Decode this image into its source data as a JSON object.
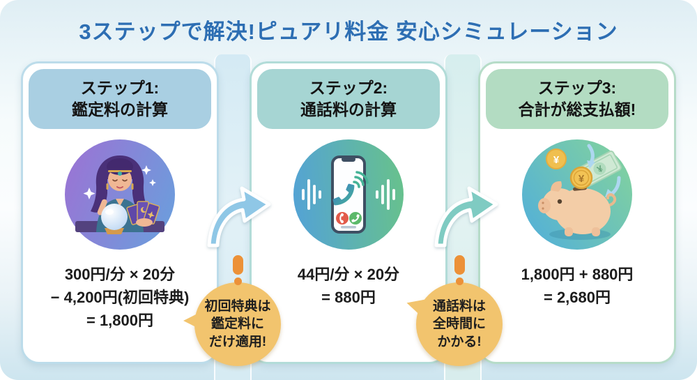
{
  "title": "3ステップで解決!ピュアリ料金 安心シミュレーション",
  "colors": {
    "title_text": "#2d6eb3",
    "step1_header_bg": "#a9cfe2",
    "step2_header_bg": "#a6d5d3",
    "step3_header_bg": "#b3dcc2",
    "callout_bg": "#f2c46e",
    "callout_mark": "#ec9138",
    "arrow1": "#8fc7e6",
    "arrow2": "#7fcbc2"
  },
  "steps": [
    {
      "header": [
        "ステップ1:",
        "鑑定料の計算"
      ],
      "icon": "fortune-teller-icon",
      "calc": [
        "300円/分 × 20分",
        "− 4,200円(初回特典)",
        "= 1,800円"
      ]
    },
    {
      "header": [
        "ステップ2:",
        "通話料の計算"
      ],
      "icon": "phone-call-icon",
      "calc": [
        "44円/分 × 20分",
        "= 880円"
      ]
    },
    {
      "header": [
        "ステップ3:",
        "合計が総支払額!"
      ],
      "icon": "piggy-bank-icon",
      "calc": [
        "1,800円 + 880円",
        "= 2,680円"
      ]
    }
  ],
  "callouts": [
    {
      "lines": [
        "初回特典は",
        "鑑定料に",
        "だけ適用!"
      ]
    },
    {
      "lines": [
        "通話料は",
        "全時間に",
        "かかる!"
      ]
    }
  ]
}
